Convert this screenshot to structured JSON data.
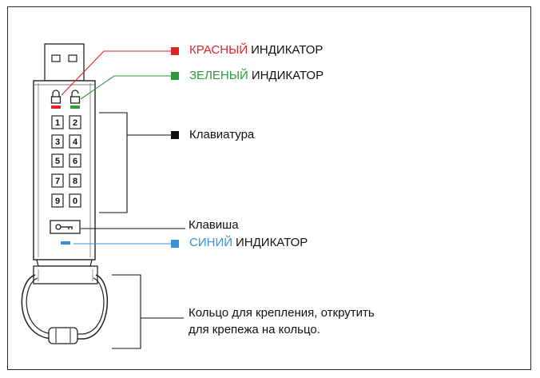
{
  "labels": {
    "red": {
      "colored": "КРАСНЫЙ",
      "rest": "ИНДИКАТОР"
    },
    "green": {
      "colored": "ЗЕЛЕНЫЙ",
      "rest": "ИНДИКАТОР"
    },
    "keypad": "Клавиатура",
    "key_button": "Клавиша",
    "blue": {
      "colored": "СИНИЙ",
      "rest": "ИНДИКАТОР"
    },
    "ring": {
      "line1": "Кольцо для крепления, открутить",
      "line2": "для крепежа на кольцо."
    }
  },
  "keys": [
    [
      "1",
      "2"
    ],
    [
      "3",
      "4"
    ],
    [
      "5",
      "6"
    ],
    [
      "7",
      "8"
    ],
    [
      "9",
      "0"
    ]
  ],
  "colors": {
    "red": "#e0252b",
    "green": "#2e9a3a",
    "blue": "#3a8fd6",
    "black": "#111111"
  }
}
